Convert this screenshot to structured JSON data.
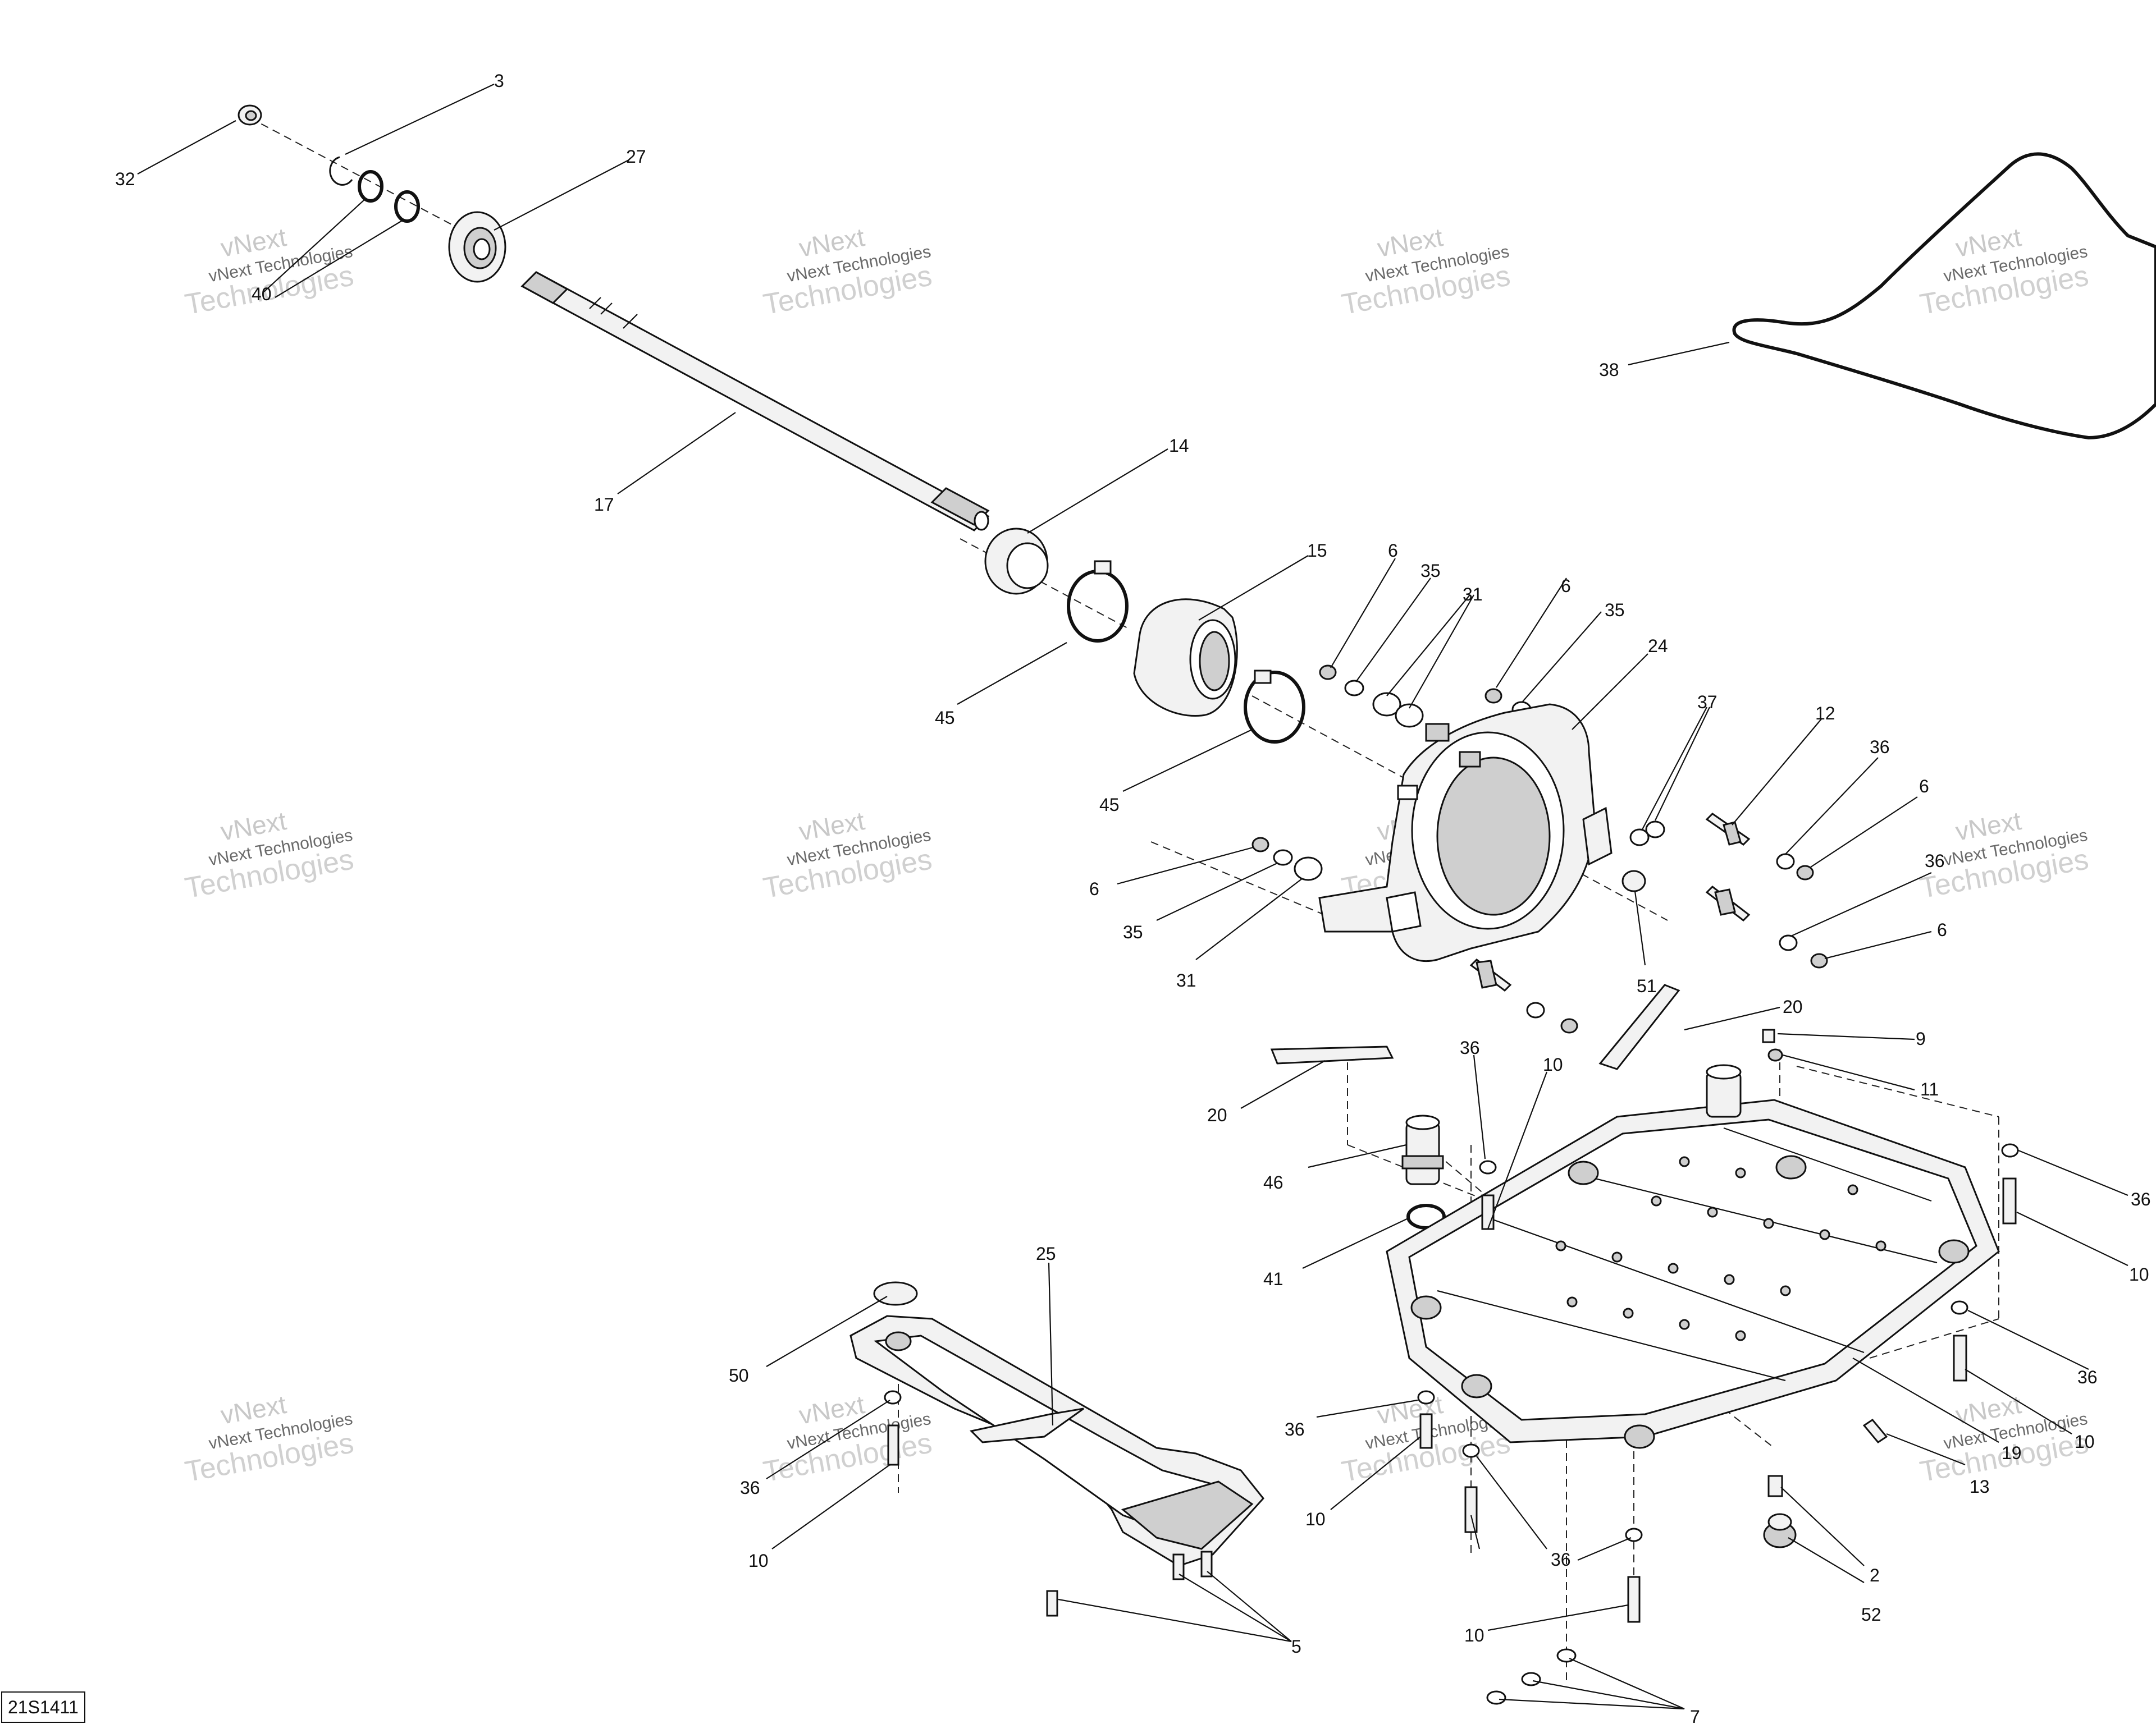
{
  "diagram": {
    "drawing_ref": "21S1411",
    "watermark": {
      "line1": "vNext",
      "line2": "vNext Technologies",
      "line3": "Technologies"
    },
    "callouts": [
      {
        "id": "c1",
        "text": "3"
      },
      {
        "id": "c2",
        "text": "32"
      },
      {
        "id": "c3",
        "text": "27"
      },
      {
        "id": "c4",
        "text": "40"
      },
      {
        "id": "c5",
        "text": "17"
      },
      {
        "id": "c6",
        "text": "38"
      },
      {
        "id": "c7",
        "text": "14"
      },
      {
        "id": "c8",
        "text": "15"
      },
      {
        "id": "c9",
        "text": "45"
      },
      {
        "id": "c10",
        "text": "45"
      },
      {
        "id": "c11",
        "text": "6"
      },
      {
        "id": "c12",
        "text": "35"
      },
      {
        "id": "c13",
        "text": "31"
      },
      {
        "id": "c14",
        "text": "6"
      },
      {
        "id": "c15",
        "text": "35"
      },
      {
        "id": "c16",
        "text": "24"
      },
      {
        "id": "c17",
        "text": "37"
      },
      {
        "id": "c18",
        "text": "12"
      },
      {
        "id": "c19",
        "text": "36"
      },
      {
        "id": "c20",
        "text": "6"
      },
      {
        "id": "c21",
        "text": "36"
      },
      {
        "id": "c22",
        "text": "6"
      },
      {
        "id": "c23",
        "text": "6"
      },
      {
        "id": "c24",
        "text": "35"
      },
      {
        "id": "c25",
        "text": "31"
      },
      {
        "id": "c26",
        "text": "51"
      },
      {
        "id": "c27",
        "text": "20"
      },
      {
        "id": "c28",
        "text": "20"
      },
      {
        "id": "c29",
        "text": "36"
      },
      {
        "id": "c30",
        "text": "10"
      },
      {
        "id": "c31",
        "text": "9"
      },
      {
        "id": "c32",
        "text": "11"
      },
      {
        "id": "c33",
        "text": "46"
      },
      {
        "id": "c34",
        "text": "41"
      },
      {
        "id": "c35",
        "text": "36"
      },
      {
        "id": "c36",
        "text": "10"
      },
      {
        "id": "c37",
        "text": "36"
      },
      {
        "id": "c38",
        "text": "10"
      },
      {
        "id": "c39",
        "text": "19"
      },
      {
        "id": "c40",
        "text": "13"
      },
      {
        "id": "c41",
        "text": "36"
      },
      {
        "id": "c42",
        "text": "10"
      },
      {
        "id": "c43",
        "text": "36"
      },
      {
        "id": "c44",
        "text": "2"
      },
      {
        "id": "c45",
        "text": "52"
      },
      {
        "id": "c46",
        "text": "10"
      },
      {
        "id": "c47",
        "text": "7"
      },
      {
        "id": "c48",
        "text": "25"
      },
      {
        "id": "c49",
        "text": "50"
      },
      {
        "id": "c50",
        "text": "36"
      },
      {
        "id": "c51",
        "text": "10"
      },
      {
        "id": "c52",
        "text": "5"
      }
    ]
  }
}
